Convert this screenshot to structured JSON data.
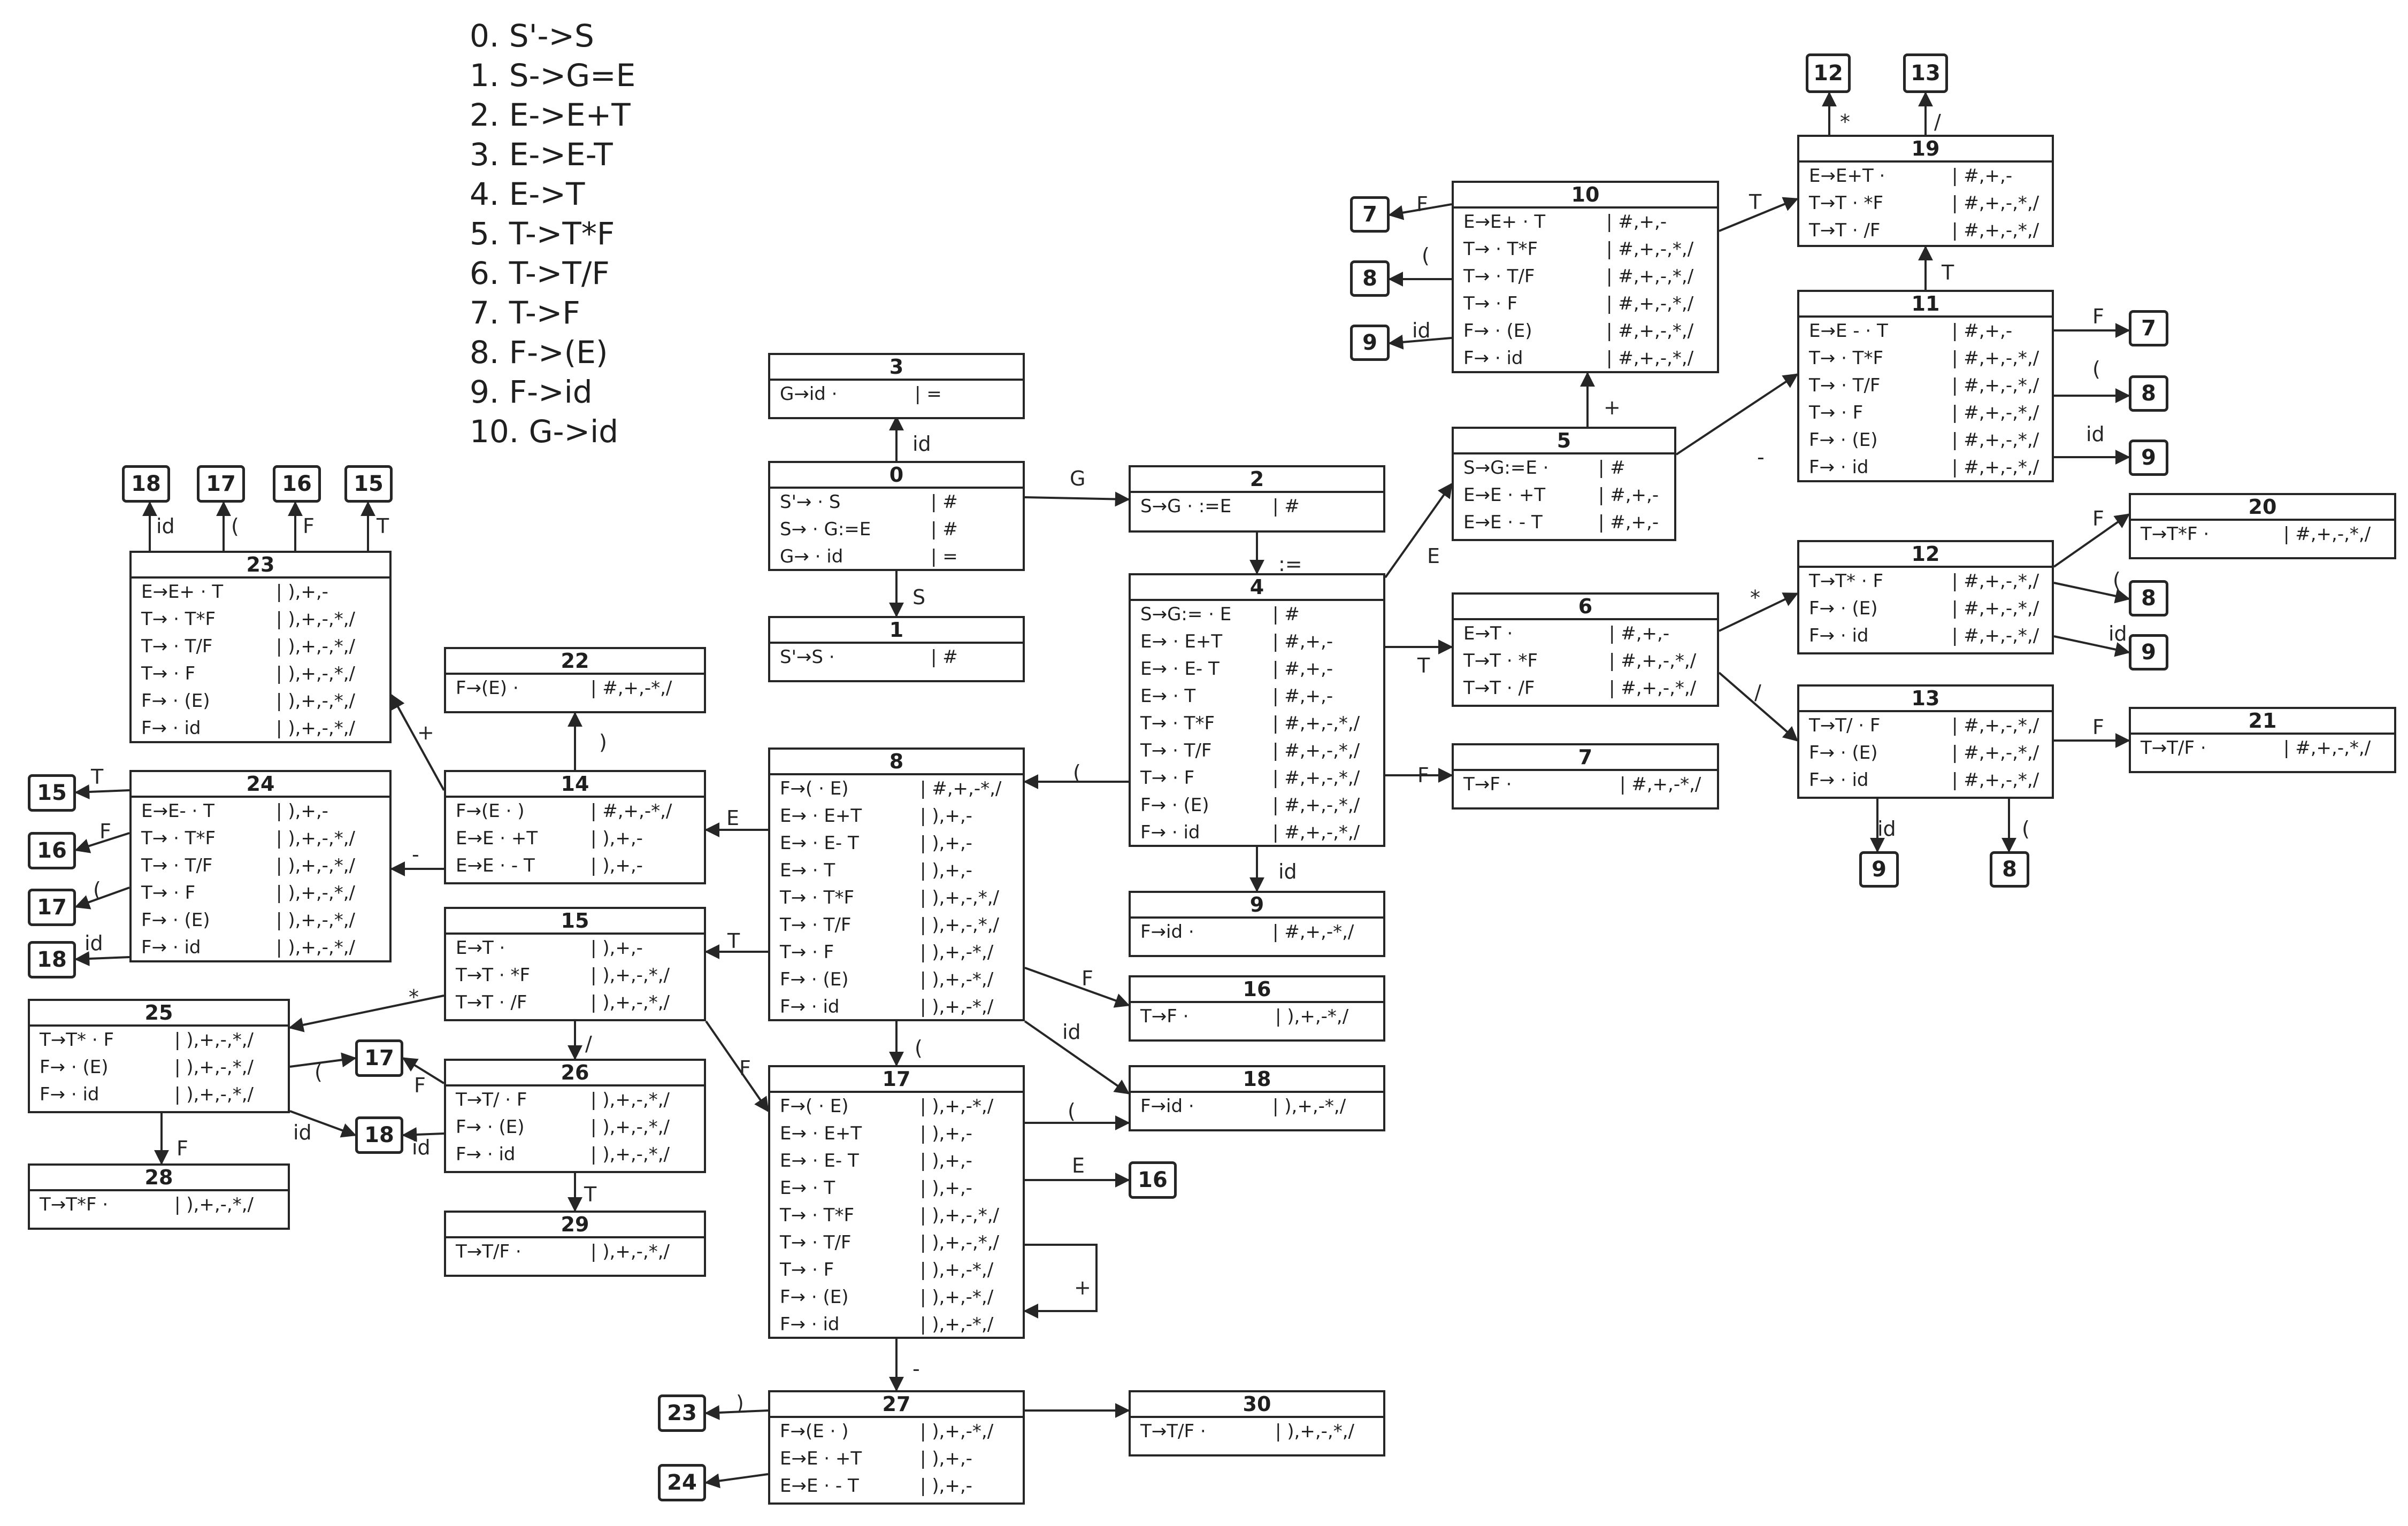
{
  "grammar": [
    "0. S'->S",
    "1. S->G=E",
    "2. E->E+T",
    "3. E->E-T",
    "4. E->T",
    "5. T->T*F",
    "6. T->T/F",
    "7. T->F",
    "8. F->(E)",
    "9. F->id",
    "10. G->id"
  ],
  "states": [
    {
      "id": "0",
      "title": "0",
      "items": [
        {
          "prod": "S'→ · S",
          "la": "| #"
        },
        {
          "prod": "S→ · G:=E",
          "la": "| #"
        },
        {
          "prod": "G→ · id",
          "la": "| ="
        }
      ]
    },
    {
      "id": "1",
      "title": "1",
      "items": [
        {
          "prod": "S'→S ·",
          "la": "| #"
        }
      ]
    },
    {
      "id": "2",
      "title": "2",
      "items": [
        {
          "prod": "S→G · :=E",
          "la": "| #"
        }
      ]
    },
    {
      "id": "3",
      "title": "3",
      "items": [
        {
          "prod": "G→id ·",
          "la": "| ="
        }
      ]
    },
    {
      "id": "4",
      "title": "4",
      "items": [
        {
          "prod": "S→G:= · E",
          "la": "| #"
        },
        {
          "prod": "E→ · E+T",
          "la": "| #,+,-"
        },
        {
          "prod": "E→ · E- T",
          "la": "| #,+,-"
        },
        {
          "prod": "E→ · T",
          "la": "| #,+,-"
        },
        {
          "prod": "T→ · T*F",
          "la": "| #,+,-,*,/"
        },
        {
          "prod": "T→ · T/F",
          "la": "| #,+,-,*,/"
        },
        {
          "prod": "T→ · F",
          "la": "| #,+,-,*,/"
        },
        {
          "prod": "F→ · (E)",
          "la": "| #,+,-,*,/"
        },
        {
          "prod": "F→ · id",
          "la": "| #,+,-,*,/"
        }
      ]
    },
    {
      "id": "5",
      "title": "5",
      "items": [
        {
          "prod": "S→G:=E ·",
          "la": "| #"
        },
        {
          "prod": "E→E · +T",
          "la": "| #,+,-"
        },
        {
          "prod": "E→E · - T",
          "la": "| #,+,-"
        }
      ]
    },
    {
      "id": "6",
      "title": "6",
      "items": [
        {
          "prod": "E→T ·",
          "la": "| #,+,-"
        },
        {
          "prod": "T→T · *F",
          "la": "| #,+,-,*,/"
        },
        {
          "prod": "T→T · /F",
          "la": "| #,+,-,*,/"
        }
      ]
    },
    {
      "id": "7",
      "title": "7",
      "items": [
        {
          "prod": "T→F  ·",
          "la": "| #,+,-*,/"
        }
      ]
    },
    {
      "id": "8",
      "title": "8",
      "items": [
        {
          "prod": "F→( · E)",
          "la": "| #,+,-*,/"
        },
        {
          "prod": "E→ · E+T",
          "la": "| ),+,-"
        },
        {
          "prod": "E→ · E- T",
          "la": "| ),+,-"
        },
        {
          "prod": "E→ · T",
          "la": "| ),+,-"
        },
        {
          "prod": "T→ · T*F",
          "la": "| ),+,-,*,/"
        },
        {
          "prod": "T→ · T/F",
          "la": "| ),+,-,*,/"
        },
        {
          "prod": "T→ · F",
          "la": "| ),+,-*,/"
        },
        {
          "prod": "F→ · (E)",
          "la": "| ),+,-*,/"
        },
        {
          "prod": "F→ · id",
          "la": "| ),+,-*,/"
        }
      ]
    },
    {
      "id": "9",
      "title": "9",
      "items": [
        {
          "prod": "F→id ·",
          "la": "| #,+,-*,/"
        }
      ]
    },
    {
      "id": "10",
      "title": "10",
      "items": [
        {
          "prod": "E→E+ · T",
          "la": "| #,+,-"
        },
        {
          "prod": "T→ · T*F",
          "la": "| #,+,-,*,/"
        },
        {
          "prod": "T→ · T/F",
          "la": "| #,+,-,*,/"
        },
        {
          "prod": "T→ · F",
          "la": "| #,+,-,*,/"
        },
        {
          "prod": "F→ · (E)",
          "la": "| #,+,-,*,/"
        },
        {
          "prod": "F→ · id",
          "la": "| #,+,-,*,/"
        }
      ]
    },
    {
      "id": "11",
      "title": "11",
      "items": [
        {
          "prod": "E→E - · T",
          "la": "| #,+,-"
        },
        {
          "prod": "T→ · T*F",
          "la": "| #,+,-,*,/"
        },
        {
          "prod": "T→ · T/F",
          "la": "| #,+,-,*,/"
        },
        {
          "prod": "T→ · F",
          "la": "| #,+,-,*,/"
        },
        {
          "prod": "F→ · (E)",
          "la": "| #,+,-,*,/"
        },
        {
          "prod": "F→ · id",
          "la": "| #,+,-,*,/"
        }
      ]
    },
    {
      "id": "12",
      "title": "12",
      "items": [
        {
          "prod": "T→T* · F",
          "la": "| #,+,-,*,/"
        },
        {
          "prod": "F→ · (E)",
          "la": "| #,+,-,*,/"
        },
        {
          "prod": "F→ · id",
          "la": "| #,+,-,*,/"
        }
      ]
    },
    {
      "id": "13",
      "title": "13",
      "items": [
        {
          "prod": "T→T/ · F",
          "la": "| #,+,-,*,/"
        },
        {
          "prod": "F→ · (E)",
          "la": "| #,+,-,*,/"
        },
        {
          "prod": "F→ · id",
          "la": "| #,+,-,*,/"
        }
      ]
    },
    {
      "id": "14",
      "title": "14",
      "items": [
        {
          "prod": "F→(E · )",
          "la": "| #,+,-*,/"
        },
        {
          "prod": "E→E · +T",
          "la": "| ),+,-"
        },
        {
          "prod": "E→E · - T",
          "la": "| ),+,-"
        }
      ]
    },
    {
      "id": "15",
      "title": "15",
      "items": [
        {
          "prod": "E→T ·",
          "la": "| ),+,-"
        },
        {
          "prod": "T→T · *F",
          "la": "| ),+,-,*,/"
        },
        {
          "prod": "T→T · /F",
          "la": "| ),+,-,*,/"
        }
      ]
    },
    {
      "id": "16",
      "title": "16",
      "items": [
        {
          "prod": "T→F ·",
          "la": "| ),+,-*,/"
        }
      ]
    },
    {
      "id": "17",
      "title": "17",
      "items": [
        {
          "prod": "F→( · E)",
          "la": "| ),+,-*,/"
        },
        {
          "prod": "E→ · E+T",
          "la": "| ),+,-"
        },
        {
          "prod": "E→ · E- T",
          "la": "| ),+,-"
        },
        {
          "prod": "E→ · T",
          "la": "| ),+,-"
        },
        {
          "prod": "T→ · T*F",
          "la": "| ),+,-,*,/"
        },
        {
          "prod": "T→ · T/F",
          "la": "| ),+,-,*,/"
        },
        {
          "prod": "T→ · F",
          "la": "| ),+,-*,/"
        },
        {
          "prod": "F→ · (E)",
          "la": "| ),+,-*,/"
        },
        {
          "prod": "F→ · id",
          "la": "| ),+,-*,/"
        }
      ]
    },
    {
      "id": "18",
      "title": "18",
      "items": [
        {
          "prod": "F→id ·",
          "la": "| ),+,-*,/"
        }
      ]
    },
    {
      "id": "19",
      "title": "19",
      "items": [
        {
          "prod": "E→E+T ·",
          "la": "| #,+,-"
        },
        {
          "prod": "T→T · *F",
          "la": "| #,+,-,*,/"
        },
        {
          "prod": "T→T · /F",
          "la": "| #,+,-,*,/"
        }
      ]
    },
    {
      "id": "20",
      "title": "20",
      "items": [
        {
          "prod": "T→T*F ·",
          "la": "| #,+,-,*,/"
        }
      ]
    },
    {
      "id": "21",
      "title": "21",
      "items": [
        {
          "prod": "T→T/F ·",
          "la": "| #,+,-,*,/"
        }
      ]
    },
    {
      "id": "22",
      "title": "22",
      "items": [
        {
          "prod": "F→(E) ·",
          "la": "| #,+,-*,/"
        }
      ]
    },
    {
      "id": "23",
      "title": "23",
      "items": [
        {
          "prod": "E→E+ · T",
          "la": "| ),+,-"
        },
        {
          "prod": "T→ · T*F",
          "la": "| ),+,-,*,/"
        },
        {
          "prod": "T→ · T/F",
          "la": "| ),+,-,*,/"
        },
        {
          "prod": "T→ · F",
          "la": "| ),+,-,*,/"
        },
        {
          "prod": "F→ · (E)",
          "la": "| ),+,-,*,/"
        },
        {
          "prod": "F→ · id",
          "la": "| ),+,-,*,/"
        }
      ]
    },
    {
      "id": "24",
      "title": "24",
      "items": [
        {
          "prod": "E→E- · T",
          "la": "| ),+,-"
        },
        {
          "prod": "T→ · T*F",
          "la": "| ),+,-,*,/"
        },
        {
          "prod": "T→ · T/F",
          "la": "| ),+,-,*,/"
        },
        {
          "prod": "T→ · F",
          "la": "| ),+,-,*,/"
        },
        {
          "prod": "F→ · (E)",
          "la": "| ),+,-,*,/"
        },
        {
          "prod": "F→ · id",
          "la": "| ),+,-,*,/"
        }
      ]
    },
    {
      "id": "25",
      "title": "25",
      "items": [
        {
          "prod": "T→T* · F",
          "la": "| ),+,-,*,/"
        },
        {
          "prod": "F→ · (E)",
          "la": "| ),+,-,*,/"
        },
        {
          "prod": "F→ · id",
          "la": "| ),+,-,*,/"
        }
      ]
    },
    {
      "id": "26",
      "title": "26",
      "items": [
        {
          "prod": "T→T/ · F",
          "la": "| ),+,-,*,/"
        },
        {
          "prod": "F→ · (E)",
          "la": "| ),+,-,*,/"
        },
        {
          "prod": "F→ · id",
          "la": "| ),+,-,*,/"
        }
      ]
    },
    {
      "id": "27",
      "title": "27",
      "items": [
        {
          "prod": "F→(E · )",
          "la": "| ),+,-*,/"
        },
        {
          "prod": "E→E · +T",
          "la": "| ),+,-"
        },
        {
          "prod": "E→E · - T",
          "la": "| ),+,-"
        }
      ]
    },
    {
      "id": "28",
      "title": "28",
      "items": [
        {
          "prod": "T→T*F ·",
          "la": "| ),+,-,*,/"
        }
      ]
    },
    {
      "id": "29",
      "title": "29",
      "items": [
        {
          "prod": "T→T/F ·",
          "la": "| ),+,-,*,/"
        }
      ]
    },
    {
      "id": "30",
      "title": "30",
      "items": [
        {
          "prod": "T→T/F ·",
          "la": "| ),+,-,*,/"
        }
      ]
    }
  ],
  "refs": [
    {
      "id": "r10_7",
      "label": "7"
    },
    {
      "id": "r10_8",
      "label": "8"
    },
    {
      "id": "r10_9",
      "label": "9"
    },
    {
      "id": "r19_12",
      "label": "12"
    },
    {
      "id": "r19_13",
      "label": "13"
    },
    {
      "id": "r11_7",
      "label": "7"
    },
    {
      "id": "r11_8",
      "label": "8"
    },
    {
      "id": "r11_9",
      "label": "9"
    },
    {
      "id": "r12_8",
      "label": "8"
    },
    {
      "id": "r12_9",
      "label": "9"
    },
    {
      "id": "r13_9",
      "label": "9"
    },
    {
      "id": "r13_8",
      "label": "8"
    },
    {
      "id": "r23_18",
      "label": "18"
    },
    {
      "id": "r23_17",
      "label": "17"
    },
    {
      "id": "r23_16",
      "label": "16"
    },
    {
      "id": "r23_15",
      "label": "15"
    },
    {
      "id": "r24_15",
      "label": "15"
    },
    {
      "id": "r24_16",
      "label": "16"
    },
    {
      "id": "r24_17",
      "label": "17"
    },
    {
      "id": "r24_18",
      "label": "18"
    },
    {
      "id": "r25_17",
      "label": "17"
    },
    {
      "id": "r25_18",
      "label": "18"
    },
    {
      "id": "r17_16",
      "label": "16"
    },
    {
      "id": "r27_23",
      "label": "23"
    },
    {
      "id": "r27_24",
      "label": "24"
    }
  ],
  "edges": [
    {
      "label": "id"
    },
    {
      "label": "S"
    },
    {
      "label": "G"
    },
    {
      "label": ":="
    },
    {
      "label": "E"
    },
    {
      "label": "T"
    },
    {
      "label": "F"
    },
    {
      "label": "("
    },
    {
      "label": "id"
    },
    {
      "label": "+"
    },
    {
      "label": "-"
    },
    {
      "label": "F"
    },
    {
      "label": "("
    },
    {
      "label": "id"
    },
    {
      "label": "T"
    },
    {
      "label": "*"
    },
    {
      "label": "/"
    },
    {
      "label": "*"
    },
    {
      "label": "/"
    },
    {
      "label": "T"
    },
    {
      "label": "F"
    },
    {
      "label": "("
    },
    {
      "label": "id"
    },
    {
      "label": "F"
    },
    {
      "label": "("
    },
    {
      "label": "id"
    },
    {
      "label": "F"
    },
    {
      "label": "id"
    },
    {
      "label": "("
    },
    {
      "label": "E"
    },
    {
      "label": "T"
    },
    {
      "label": "F"
    },
    {
      "label": "id"
    },
    {
      "label": "("
    },
    {
      "label": ")"
    },
    {
      "label": "+"
    },
    {
      "label": "-"
    },
    {
      "label": "id"
    },
    {
      "label": "("
    },
    {
      "label": "F"
    },
    {
      "label": "T"
    },
    {
      "label": "T"
    },
    {
      "label": "F"
    },
    {
      "label": "("
    },
    {
      "label": "id"
    },
    {
      "label": "*"
    },
    {
      "label": "/"
    },
    {
      "label": "F"
    },
    {
      "label": "("
    },
    {
      "label": "id"
    },
    {
      "label": "F"
    },
    {
      "label": "id"
    },
    {
      "label": "F"
    },
    {
      "label": "T"
    },
    {
      "label": "("
    },
    {
      "label": "E"
    },
    {
      "label": "+"
    },
    {
      "label": "-"
    },
    {
      "label": ")"
    }
  ]
}
